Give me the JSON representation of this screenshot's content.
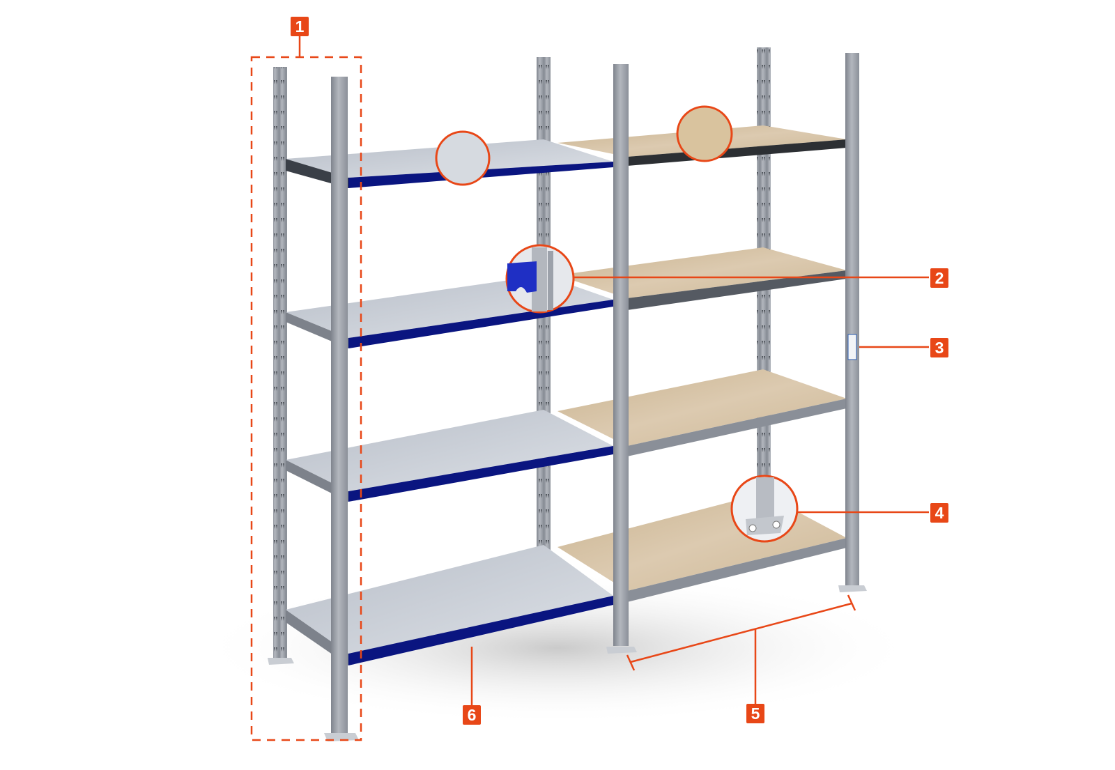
{
  "diagram": {
    "subject": "boltless metal shelving unit, two bays",
    "accent_color": "#e84717",
    "colors": {
      "upright": "#9fa4ad",
      "upright_dark": "#7d828b",
      "metal_shelf": "#c9ced6",
      "beam_blue": "#0a1580",
      "chipboard_shelf": "#d6c4a4",
      "beam_grey": "#8a8f98"
    },
    "callouts": [
      {
        "number": "1",
        "target": "upright-frame",
        "style": "dashed-box"
      },
      {
        "number": "2",
        "target": "beam-connector-detail",
        "style": "leader-line-with-magnifier"
      },
      {
        "number": "3",
        "target": "load-label-sticker",
        "style": "leader-line"
      },
      {
        "number": "4",
        "target": "base-plate-detail",
        "style": "leader-line-with-magnifier"
      },
      {
        "number": "5",
        "target": "bay-width",
        "style": "dimension-line"
      },
      {
        "number": "6",
        "target": "blue-front-beam",
        "style": "leader-line"
      }
    ],
    "magnifiers": [
      {
        "name": "metal-shelf-surface",
        "fill": "#d6dae0"
      },
      {
        "name": "chipboard-surface",
        "fill": "#d9c39e"
      },
      {
        "name": "beam-connector",
        "fill": "#e6e8ec"
      },
      {
        "name": "base-plate",
        "fill": "#eef0f3"
      }
    ],
    "bays": [
      {
        "name": "left-bay",
        "shelf_material": "metal",
        "levels": 4
      },
      {
        "name": "right-bay",
        "shelf_material": "chipboard",
        "levels": 4
      }
    ]
  }
}
